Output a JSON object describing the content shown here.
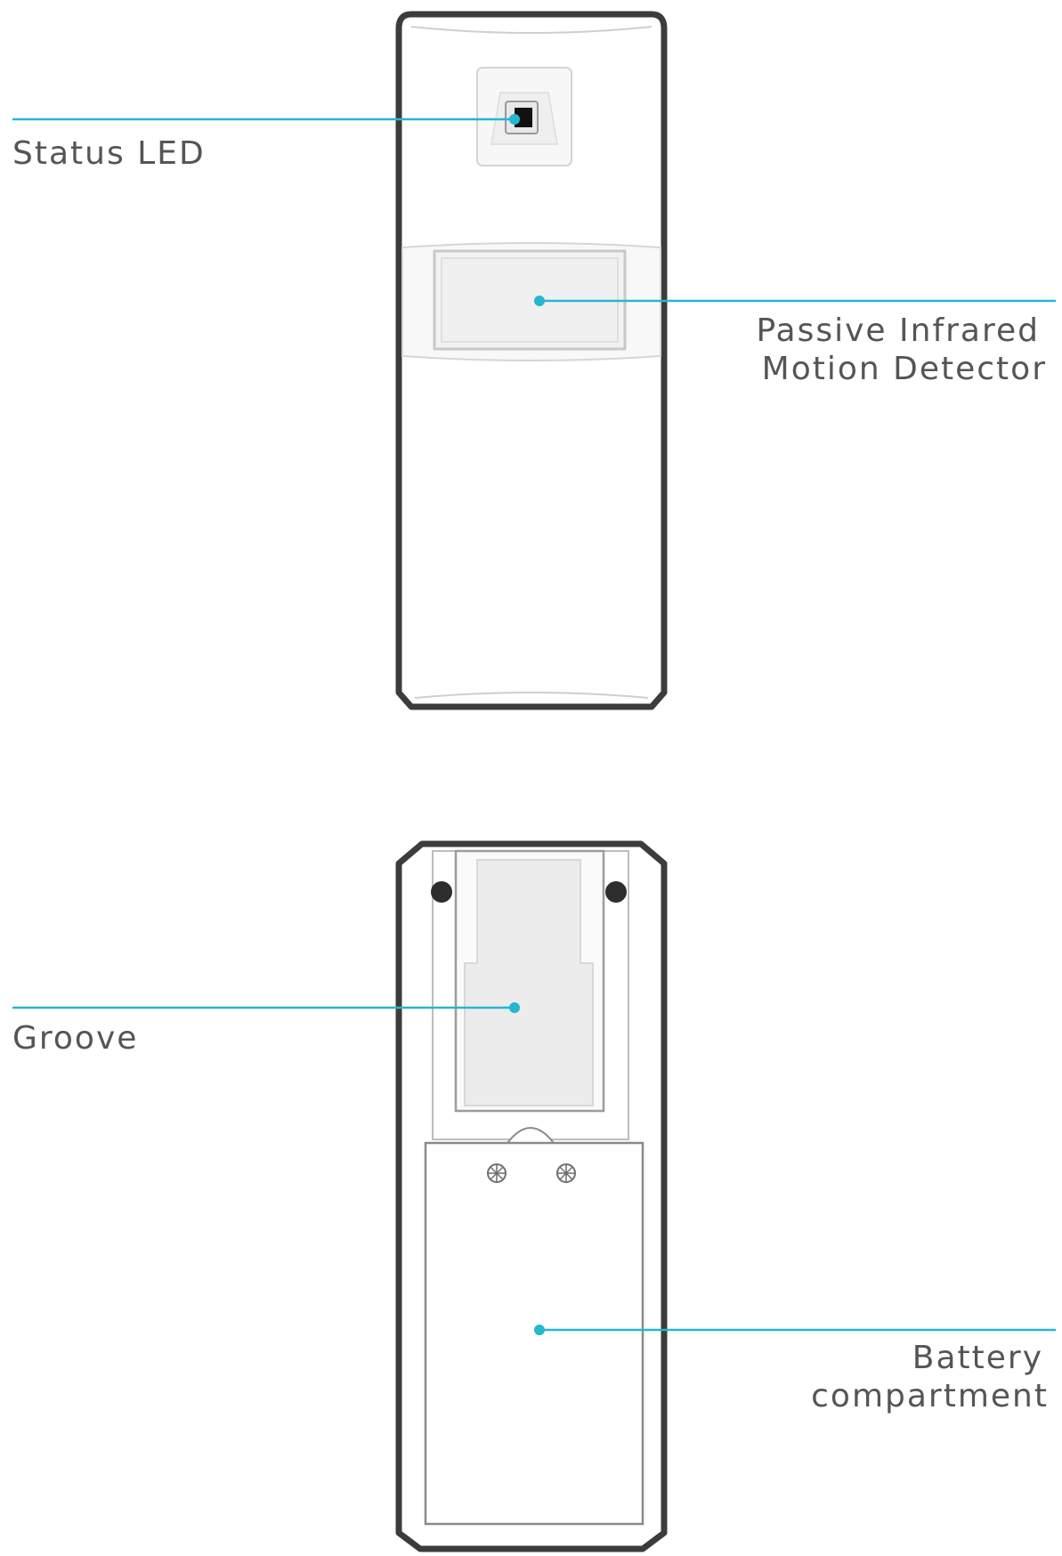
{
  "colors": {
    "callout": "#26b6cf",
    "outline": "#3c3c3c",
    "label_text": "#555555"
  },
  "front_view": {
    "status_led": {
      "label": "Status LED"
    },
    "pir_sensor": {
      "label_line1": "Passive Infrared",
      "label_line2": "Motion Detector"
    }
  },
  "back_view": {
    "groove": {
      "label": "Groove"
    },
    "battery_compartment": {
      "label_line1": "Battery",
      "label_line2": "compartment"
    }
  }
}
